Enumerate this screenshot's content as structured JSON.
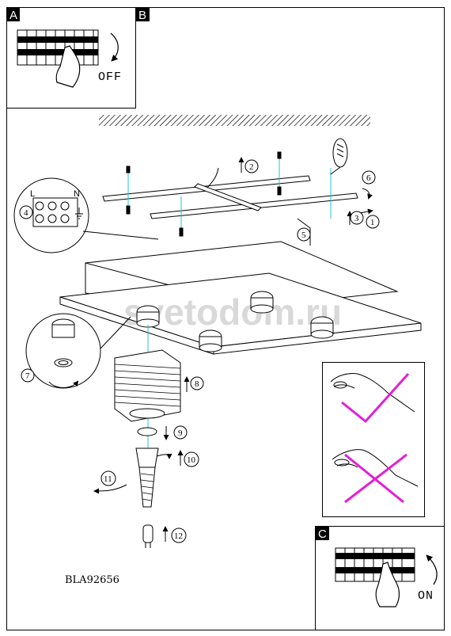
{
  "panels": {
    "a": {
      "label": "A",
      "switch_state": "OFF"
    },
    "b": {
      "label": "B"
    },
    "c": {
      "label": "C",
      "switch_state": "ON"
    }
  },
  "watermark": {
    "text": "svetodom.ru",
    "color": "#b9b9b9"
  },
  "model_code": "BLA92656",
  "terminal_labels": {
    "left": "L",
    "right": "N"
  },
  "steps": [
    "1",
    "2",
    "3",
    "4",
    "5",
    "6",
    "7",
    "8",
    "9",
    "10",
    "11",
    "12"
  ],
  "colors": {
    "cross": "#e21fd8",
    "guide_line": "#1cc6d6",
    "ink": "#000000"
  }
}
